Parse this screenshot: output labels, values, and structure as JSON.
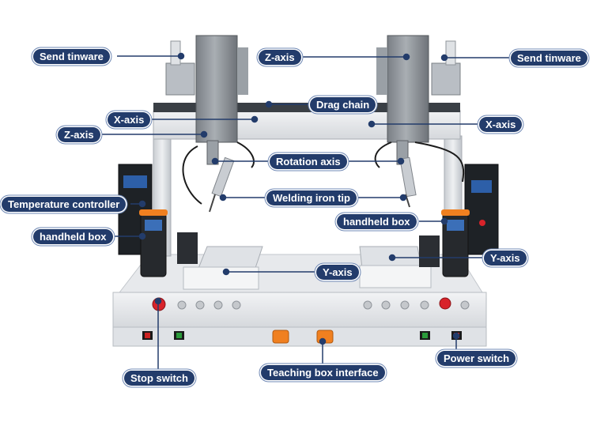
{
  "callouts": {
    "send_tinware_left": "Send tinware",
    "send_tinware_right": "Send tinware",
    "z_axis_top": "Z-axis",
    "z_axis_left": "Z-axis",
    "drag_chain": "Drag chain",
    "x_axis_left": "X-axis",
    "x_axis_right": "X-axis",
    "rotation_axis": "Rotation axis",
    "welding_iron_tip": "Welding iron tip",
    "temperature_controller": "Temperature controller",
    "handheld_box_left": "handheld box",
    "handheld_box_right": "handheld box",
    "y_axis_left": "Y-axis",
    "y_axis_right": "Y-axis",
    "stop_switch": "Stop switch",
    "teaching_box_interface": "Teaching box interface",
    "power_switch": "Power switch"
  },
  "colors": {
    "label_bg": "#233c6b",
    "label_text": "#ffffff",
    "leader": "#233c6b",
    "frame": "#d6d9dd",
    "stop_button": "#d8232a"
  }
}
